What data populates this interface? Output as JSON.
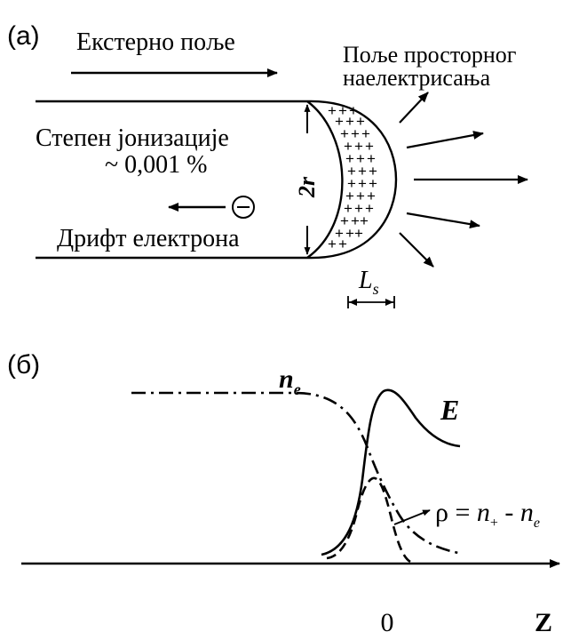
{
  "panel_a": {
    "label": "(а)",
    "external_field": "Екстерно поље",
    "space_charge_field_line1": "Поље просторног",
    "space_charge_field_line2": "наелектрисања",
    "ionization_line1": "Степен јонизације",
    "ionization_line2": "~ 0,001 %",
    "electron_symbol": "Θ",
    "drift": "Дрифт електрона",
    "radius_label": "2r",
    "sheath_label_main": "L",
    "sheath_label_sub": "s"
  },
  "panel_b": {
    "label": "(б)",
    "ne_main": "n",
    "ne_sub": "e",
    "e_label": "E",
    "rho_prefix": "ρ = ",
    "rho_n": "n",
    "rho_plus_sub": "+",
    "rho_minus": " - ",
    "rho_ne": "n",
    "rho_ne_sub": "e",
    "x_zero": "0",
    "x_axis": "Z"
  }
}
